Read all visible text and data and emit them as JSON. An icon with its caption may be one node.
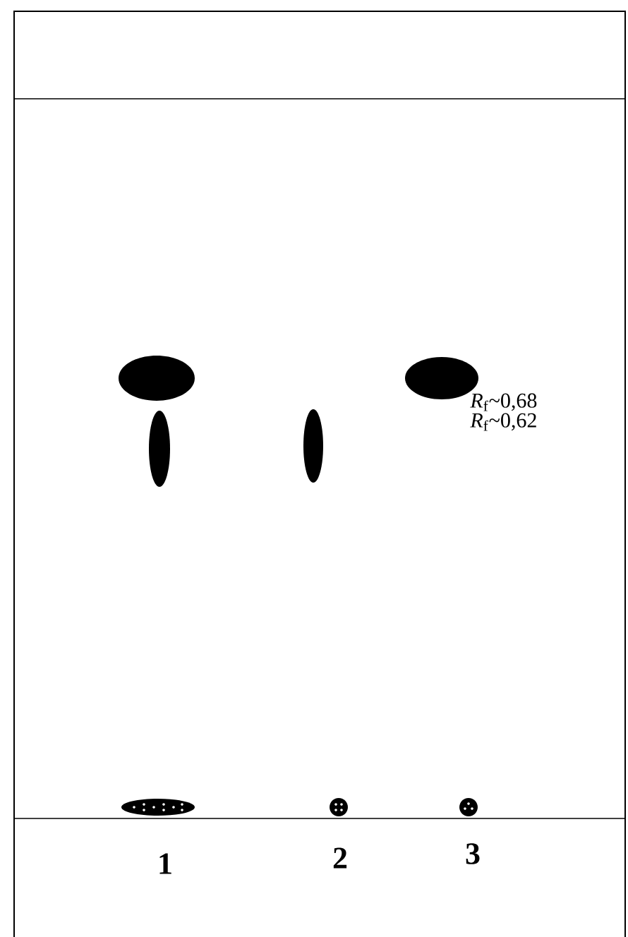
{
  "diagram": {
    "labels": [
      "*R*$_{f}$~0,68",
      "*R*$_{f}$~0,62",
      "1",
      "2",
      "3"
    ]
  }
}
